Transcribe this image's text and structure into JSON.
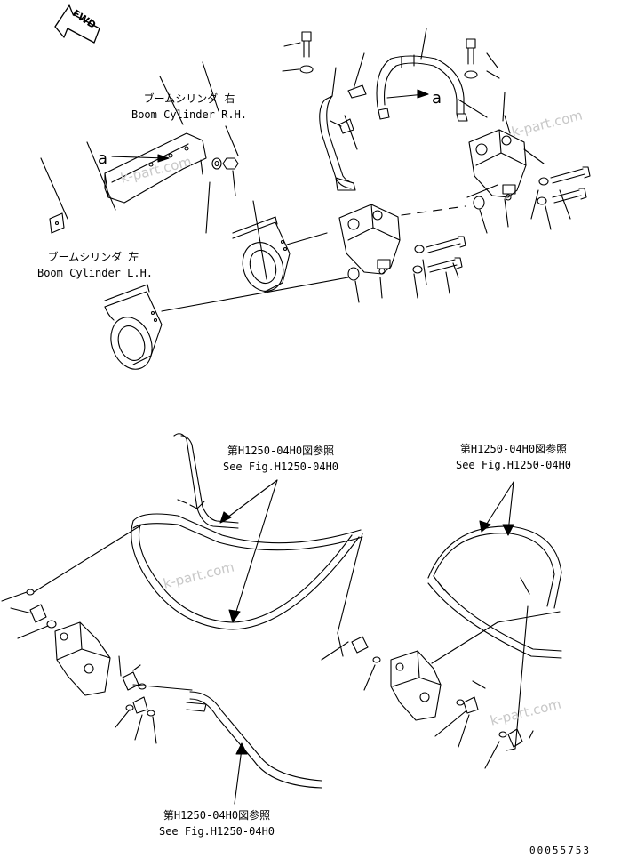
{
  "direction": {
    "fwd_text": "FWD"
  },
  "labels": {
    "boom_rh_jp": "ブームシリンダ 右",
    "boom_rh_en": "Boom Cylinder R.H.",
    "boom_lh_jp": "ブームシリンダ 左",
    "boom_lh_en": "Boom Cylinder L.H.",
    "ref_a1": "a",
    "ref_a2": "a"
  },
  "references": [
    {
      "jp": "第H1250-04H0図参照",
      "en": "See Fig.H1250-04H0"
    },
    {
      "jp": "第H1250-04H0図参照",
      "en": "See Fig.H1250-04H0"
    },
    {
      "jp": "第H1250-04H0図参照",
      "en": "See Fig.H1250-04H0"
    }
  ],
  "watermarks": [
    "k-part.com",
    "k-part.com",
    "k-part.com",
    "k-part.com"
  ],
  "document_number": "00055753",
  "colors": {
    "ink": "#000000",
    "paper": "#ffffff",
    "watermark": "#c8c8c8"
  }
}
